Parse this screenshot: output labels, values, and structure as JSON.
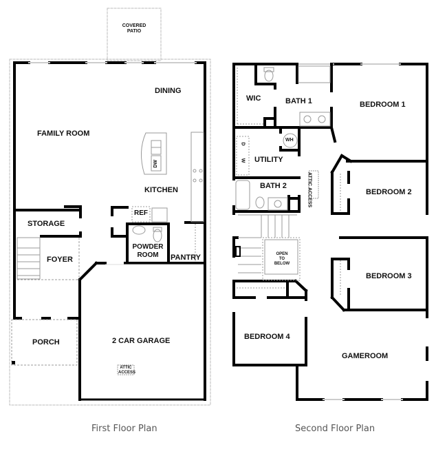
{
  "first_floor": {
    "caption": "First Floor Plan",
    "rooms": {
      "covered_patio_line1": "COVERED",
      "covered_patio_line2": "PATIO",
      "dining": "DINING",
      "family_room": "FAMILY ROOM",
      "kitchen": "KITCHEN",
      "dw": "DW",
      "ref": "REF",
      "storage": "STORAGE",
      "foyer": "FOYER",
      "powder_room_line1": "POWDER",
      "powder_room_line2": "ROOM",
      "pantry": "PANTRY",
      "porch": "PORCH",
      "garage": "2 CAR GARAGE",
      "attic_access_line1": "ATTIC",
      "attic_access_line2": "ACCESS"
    }
  },
  "second_floor": {
    "caption": "Second Floor Plan",
    "rooms": {
      "wic": "WIC",
      "bath1": "BATH 1",
      "bedroom1": "BEDROOM 1",
      "wh": "WH",
      "d": "D",
      "w": "W",
      "utility": "UTILITY",
      "attic_access_line1": "ATTIC",
      "attic_access_line2": "ACCESS",
      "bath2": "BATH 2",
      "bedroom2": "BEDROOM 2",
      "open_to_below_line1": "OPEN",
      "open_to_below_line2": "TO",
      "open_to_below_line3": "BELOW",
      "bedroom3": "BEDROOM 3",
      "bedroom4": "BEDROOM 4",
      "gameroom": "GAMEROOM"
    }
  },
  "colors": {
    "wall": "#000000",
    "fixture": "#999999",
    "window": "#cccccc",
    "caption": "#555555"
  }
}
